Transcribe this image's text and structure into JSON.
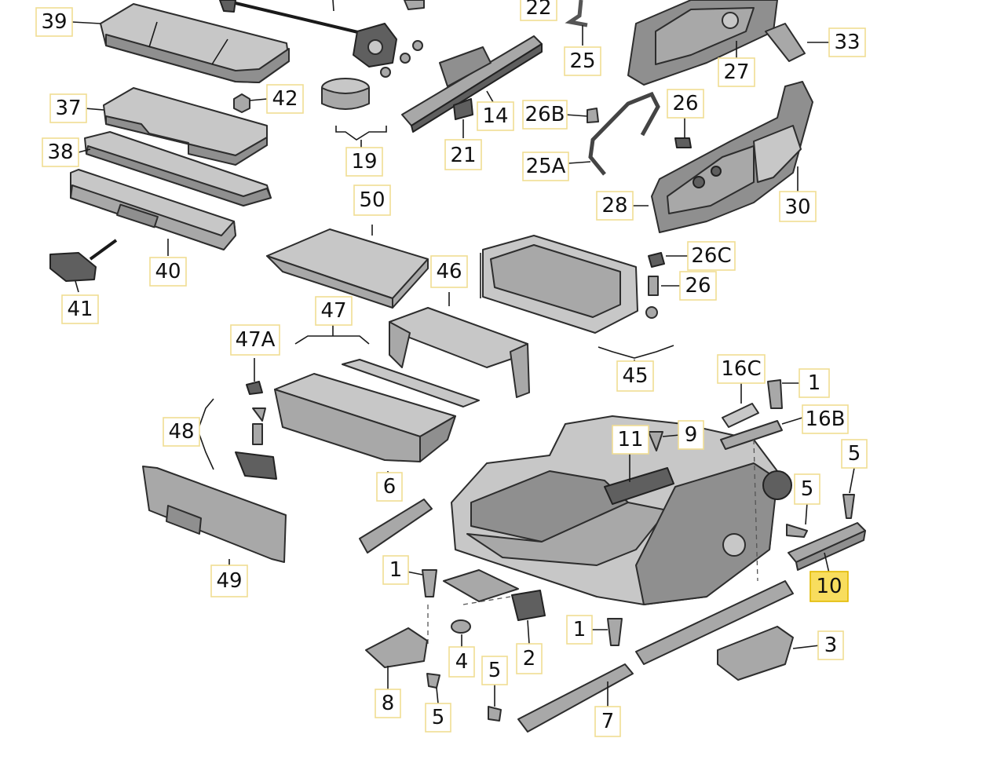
{
  "diagram": {
    "highlight_color": "#f8dd5e",
    "callouts": [
      {
        "id": "39",
        "label": "39",
        "highlighted": false
      },
      {
        "id": "42",
        "label": "42",
        "highlighted": false
      },
      {
        "id": "37",
        "label": "37",
        "highlighted": false
      },
      {
        "id": "38",
        "label": "38",
        "highlighted": false
      },
      {
        "id": "40",
        "label": "40",
        "highlighted": false
      },
      {
        "id": "41",
        "label": "41",
        "highlighted": false
      },
      {
        "id": "19",
        "label": "19",
        "highlighted": false
      },
      {
        "id": "22",
        "label": "22",
        "highlighted": false
      },
      {
        "id": "14",
        "label": "14",
        "highlighted": false
      },
      {
        "id": "21",
        "label": "21",
        "highlighted": false
      },
      {
        "id": "25",
        "label": "25",
        "highlighted": false
      },
      {
        "id": "26B",
        "label": "26B",
        "highlighted": false
      },
      {
        "id": "25A",
        "label": "25A",
        "highlighted": false
      },
      {
        "id": "26a",
        "label": "26",
        "highlighted": false
      },
      {
        "id": "27",
        "label": "27",
        "highlighted": false
      },
      {
        "id": "33",
        "label": "33",
        "highlighted": false
      },
      {
        "id": "28",
        "label": "28",
        "highlighted": false
      },
      {
        "id": "30",
        "label": "30",
        "highlighted": false
      },
      {
        "id": "50",
        "label": "50",
        "highlighted": false
      },
      {
        "id": "46",
        "label": "46",
        "highlighted": false
      },
      {
        "id": "26C",
        "label": "26C",
        "highlighted": false
      },
      {
        "id": "26b",
        "label": "26",
        "highlighted": false
      },
      {
        "id": "45",
        "label": "45",
        "highlighted": false
      },
      {
        "id": "47",
        "label": "47",
        "highlighted": false
      },
      {
        "id": "47A",
        "label": "47A",
        "highlighted": false
      },
      {
        "id": "48",
        "label": "48",
        "highlighted": false
      },
      {
        "id": "6",
        "label": "6",
        "highlighted": false
      },
      {
        "id": "49",
        "label": "49",
        "highlighted": false
      },
      {
        "id": "16C",
        "label": "16C",
        "highlighted": false
      },
      {
        "id": "1a",
        "label": "1",
        "highlighted": false
      },
      {
        "id": "16B",
        "label": "16B",
        "highlighted": false
      },
      {
        "id": "9",
        "label": "9",
        "highlighted": false
      },
      {
        "id": "11",
        "label": "11",
        "highlighted": false
      },
      {
        "id": "5a",
        "label": "5",
        "highlighted": false
      },
      {
        "id": "5b",
        "label": "5",
        "highlighted": false
      },
      {
        "id": "10",
        "label": "10",
        "highlighted": true
      },
      {
        "id": "1b",
        "label": "1",
        "highlighted": false
      },
      {
        "id": "4",
        "label": "4",
        "highlighted": false
      },
      {
        "id": "2",
        "label": "2",
        "highlighted": false
      },
      {
        "id": "1c",
        "label": "1",
        "highlighted": false
      },
      {
        "id": "3",
        "label": "3",
        "highlighted": false
      },
      {
        "id": "8",
        "label": "8",
        "highlighted": false
      },
      {
        "id": "5c",
        "label": "5",
        "highlighted": false
      },
      {
        "id": "5d",
        "label": "5",
        "highlighted": false
      },
      {
        "id": "7",
        "label": "7",
        "highlighted": false
      }
    ]
  }
}
